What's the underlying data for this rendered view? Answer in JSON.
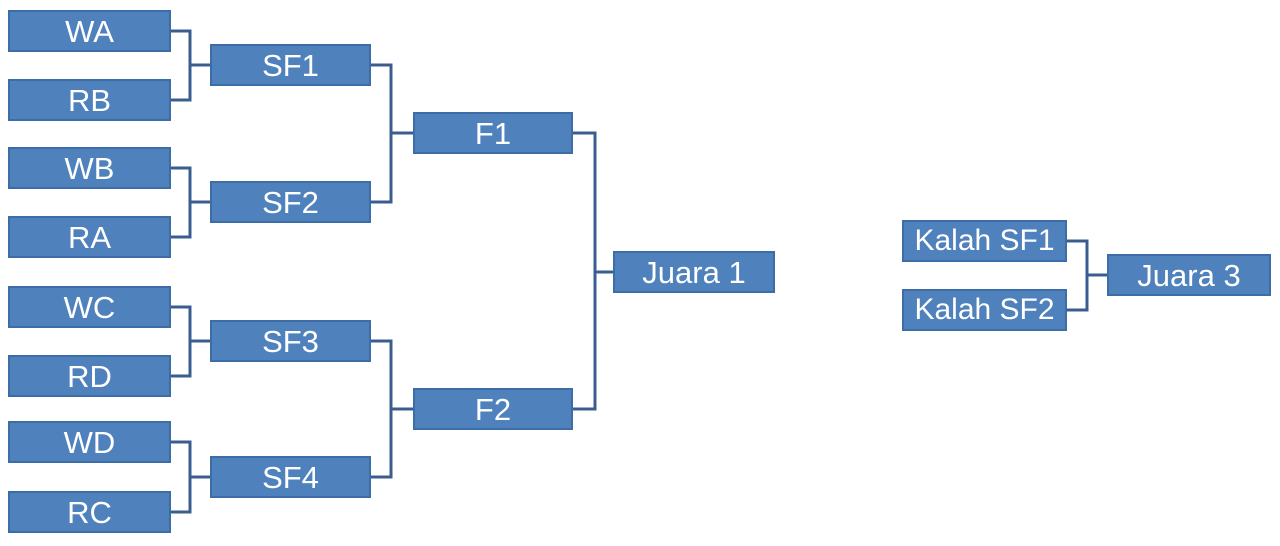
{
  "round1": {
    "wa": "WA",
    "rb": "RB",
    "wb": "WB",
    "ra": "RA",
    "wc": "WC",
    "rd": "RD",
    "wd": "WD",
    "rc": "RC"
  },
  "semifinals": {
    "sf1": "SF1",
    "sf2": "SF2",
    "sf3": "SF3",
    "sf4": "SF4"
  },
  "finals": {
    "f1": "F1",
    "f2": "F2"
  },
  "champion": "Juara 1",
  "third_place": {
    "loser_sf1": "Kalah SF1",
    "loser_sf2": "Kalah SF2",
    "result": "Juara 3"
  },
  "colors": {
    "box_fill": "#4f81bd",
    "box_border": "#3d6da7",
    "connector": "#3b5c8f",
    "text": "#ffffff"
  }
}
